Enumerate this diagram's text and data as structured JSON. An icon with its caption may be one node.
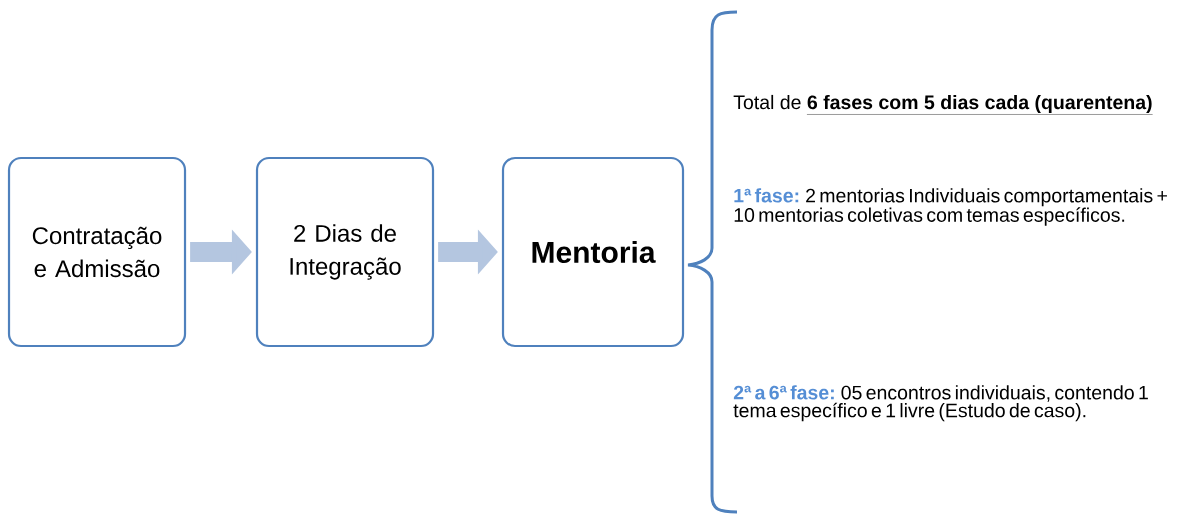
{
  "diagram": {
    "nodes": [
      {
        "text": [
          "Contratação e Admissão"
        ]
      },
      {
        "text": [
          "2 Dias de Integração"
        ]
      },
      {
        "text": [
          "Mentoria"
        ]
      }
    ],
    "edges": [
      {
        "from": 0,
        "to": 1,
        "arrow": "to"
      },
      {
        "from": 1,
        "to": 2,
        "arrow": "to"
      }
    ],
    "labels": [
      "Total de",
      "6 fases com 5 dias cada (quarentena)",
      "1ª fase:",
      "2 mentorias Individuais comportamentais + 10 mentorias coletivas com temas específicos.",
      "2ª a 6ª fase:",
      "05 encontros individuais, contendo 1 tema específico e 1 livre (Estudo de caso)."
    ]
  }
}
